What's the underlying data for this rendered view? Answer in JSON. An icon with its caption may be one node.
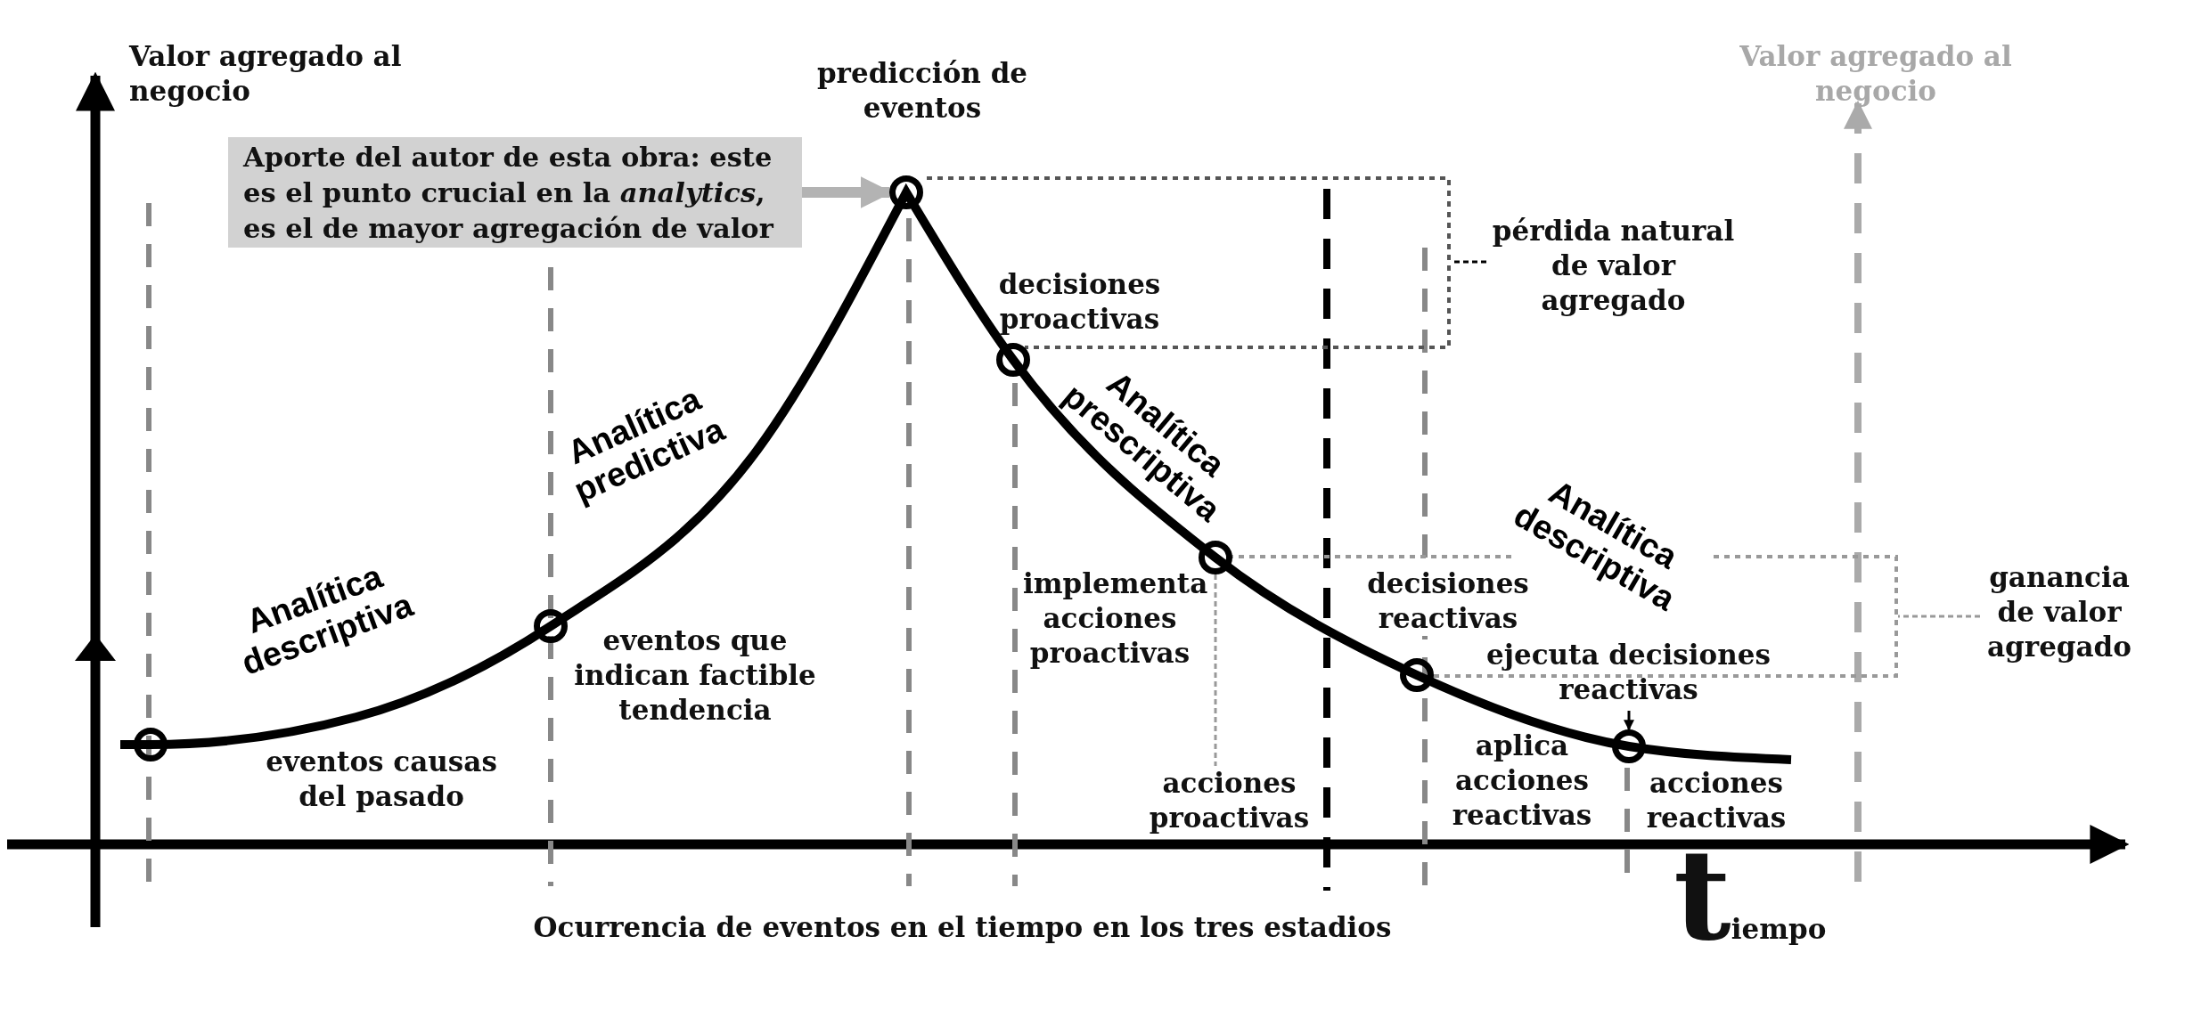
{
  "diagram": {
    "nodes": [
      {
        "text": [
          "Aporte del autor de esta obra: este es el punto crucial en la *analytics*, es el de mayor agregación de valor"
        ]
      },
      {
        "text": [],
        "shape": "circle",
        "beside": [
          "eventos causas del pasado"
        ]
      },
      {
        "text": [],
        "shape": "circle",
        "beside": [
          "eventos que indican factible tendencia"
        ]
      },
      {
        "text": [],
        "shape": "circle"
      },
      {
        "text": [],
        "shape": "circle",
        "beside": [
          "decisiones proactivas"
        ]
      },
      {
        "text": [],
        "shape": "circle",
        "beside": [
          "implementa acciones proactivas"
        ]
      },
      {
        "text": [],
        "shape": "circle"
      },
      {
        "text": [],
        "shape": "circle",
        "beside": [
          "aplica acciones reactivas",
          "acciones reactivas"
        ]
      },
      {
        "text": [
          "pérdida natural de valor agregado"
        ]
      },
      {
        "text": [
          "ganancia de valor agregado"
        ]
      },
      {
        "text": [
          "ejecuta decisiones reactivas"
        ]
      },
      {
        "text": [],
        "shape": "bracket"
      },
      {
        "text": [],
        "shape": "bracket"
      },
      {
        "text": [
          "acciones proactivas"
        ]
      }
    ],
    "edges": [
      {
        "from": 0,
        "to": 3,
        "arrow": "to",
        "style": "thick",
        "color": "#b3b3b3"
      },
      {
        "from": 8,
        "to": 11,
        "arrow": "none",
        "style": "dashed"
      },
      {
        "from": 9,
        "to": 12,
        "arrow": "none",
        "style": "dashed",
        "color": "#999999"
      },
      {
        "from": 10,
        "to": 7,
        "arrow": "to"
      },
      {
        "from": 5,
        "to": 13,
        "arrow": "none",
        "style": "dashed",
        "color": "#999999"
      }
    ],
    "labels": [
      "Valor agregado al negocio",
      "predicción de eventos",
      "Analítica predictiva",
      "Analítica descriptiva",
      "Analítica prescriptiva",
      "Analítica descriptiva",
      "decisiones reactivas",
      "Ocurrencia de eventos en el tiempo en los tres estadios",
      "tiempo",
      "Valor agregado al negocio"
    ]
  }
}
